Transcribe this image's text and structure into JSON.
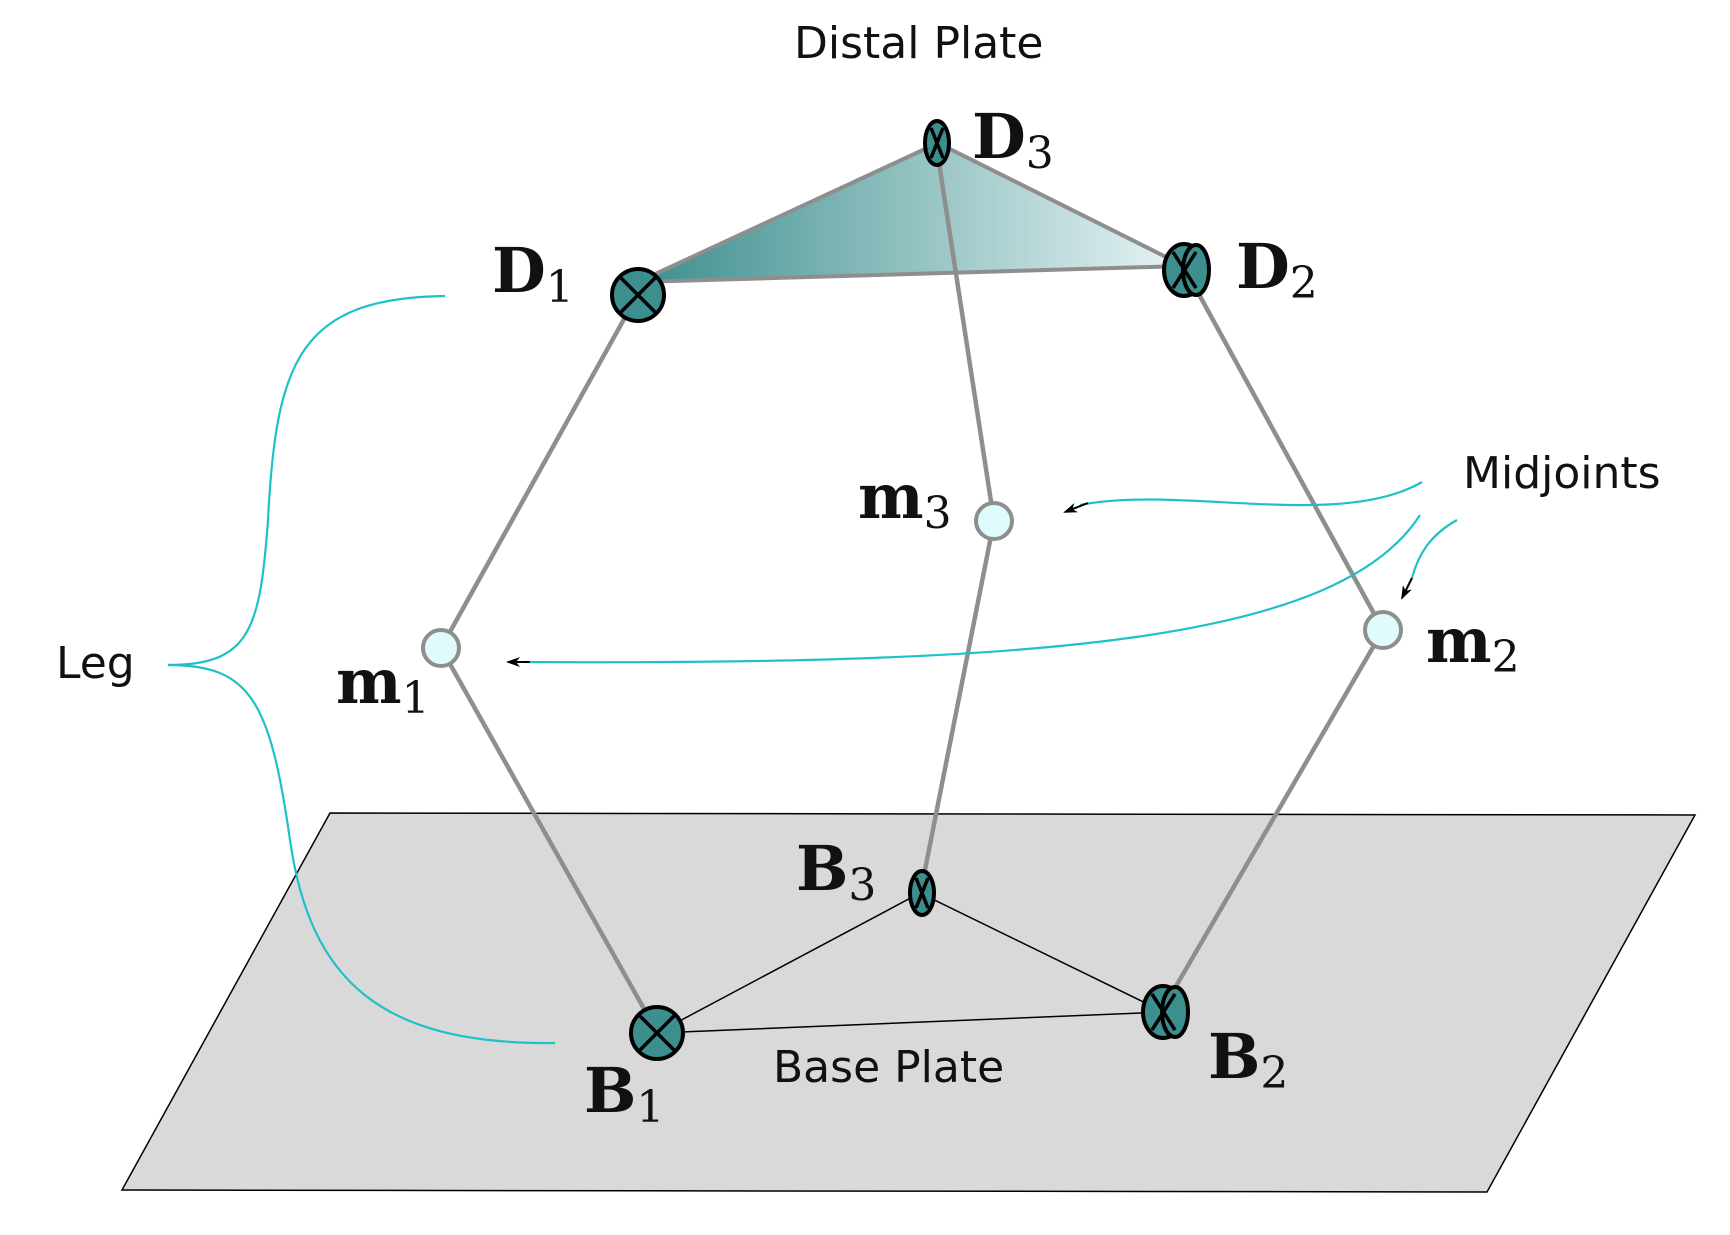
{
  "labels": {
    "distal_plate": "Distal Plate",
    "base_plate": "Base Plate",
    "midjoints": "Midjoints",
    "leg": "Leg"
  },
  "points": {
    "D1": {
      "main": "D",
      "sub": "1"
    },
    "D2": {
      "main": "D",
      "sub": "2"
    },
    "D3": {
      "main": "D",
      "sub": "3"
    },
    "m1": {
      "main": "m",
      "sub": "1"
    },
    "m2": {
      "main": "m",
      "sub": "2"
    },
    "m3": {
      "main": "m",
      "sub": "3"
    },
    "B1": {
      "main": "B",
      "sub": "1"
    },
    "B2": {
      "main": "B",
      "sub": "2"
    },
    "B3": {
      "main": "B",
      "sub": "3"
    }
  },
  "colors": {
    "plate_teal_dark": "#3d8e8e",
    "plate_teal_light": "#e8f4f4",
    "base_plate_fill": "#d9d9d9",
    "link_gray": "#8e8e8e",
    "annotation_cyan": "#1fc0c8",
    "midjoint_fill": "#dffbfc"
  }
}
